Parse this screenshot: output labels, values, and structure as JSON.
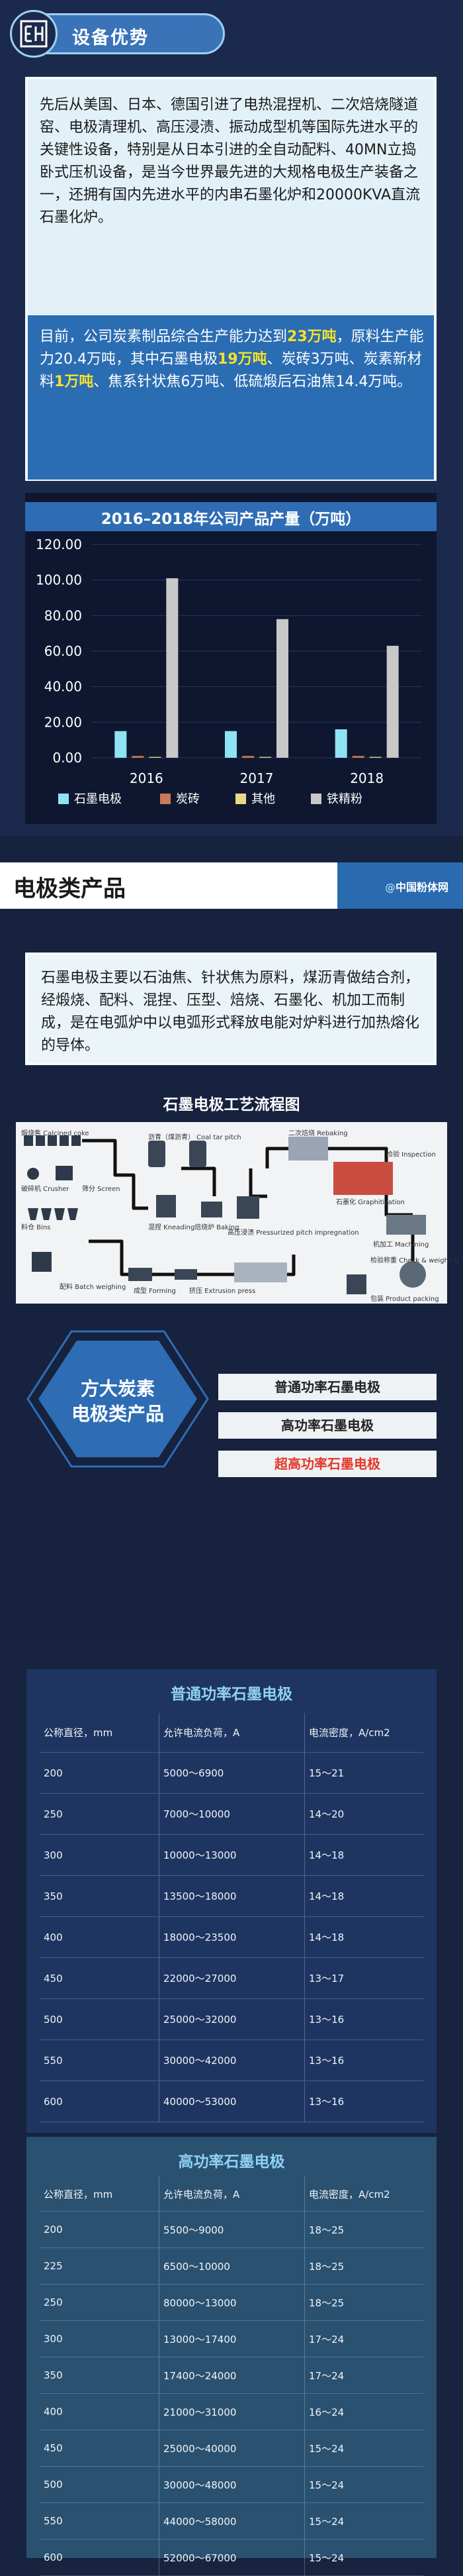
{
  "section1": {
    "title": "设备优势",
    "para1": "先后从美国、日本、德国引进了电热混捏机、二次焙烧隧道窑、电极清理机、高压浸渍、振动成型机等国际先进水平的关键性设备，特别是从日本引进的全自动配料、40MN立捣卧式压机设备，是当今世界最先进的大规格电极生产装备之一，还拥有国内先进水平的内串石墨化炉和20000KVA直流石墨化炉。",
    "para2": {
      "a": "目前，公司炭素制品综合生产能力达到",
      "b": "23万吨",
      "c": "，原料生产能力20.4万吨，其中石墨电极",
      "d": "19万吨",
      "e": "、炭砖3万吨、炭素新材料",
      "f": "1万吨",
      "g": "、焦系针状焦6万吨、低硫煅后石油焦14.4万吨。"
    }
  },
  "chart_data": {
    "type": "bar",
    "title": "2016–2018年公司产品产量（万吨）",
    "categories": [
      "2016",
      "2017",
      "2018"
    ],
    "ylim": [
      0,
      120
    ],
    "yticks": [
      "0.00",
      "20.00",
      "40.00",
      "60.00",
      "80.00",
      "100.00",
      "120.00"
    ],
    "legend_position": "bottom",
    "grid": true,
    "series": [
      {
        "name": "石墨电极",
        "color": "#8fe3f3",
        "values": [
          15,
          15,
          16
        ]
      },
      {
        "name": "炭砖",
        "color": "#c77b57",
        "values": [
          1,
          1,
          1
        ]
      },
      {
        "name": "其他",
        "color": "#e8d88a",
        "values": [
          0.5,
          0.5,
          0.5
        ]
      },
      {
        "name": "铁精粉",
        "color": "#c8c8c8",
        "values": [
          101,
          78,
          63
        ]
      }
    ]
  },
  "section2": {
    "title": "电极类产品",
    "brand": "中国粉体网",
    "brand_at": "@",
    "desc": "石墨电极主要以石油焦、针状焦为原料，煤沥青做结合剂，经煅烧、配料、混捏、压型、焙烧、石墨化、机加工而制成，是在电弧炉中以电弧形式释放电能对炉料进行加热熔化的导体。",
    "process_title": "石墨电极工艺流程图",
    "process_labels": {
      "calcined": "煅烧焦 Calcined coke",
      "crusher": "破碎机 Crusher",
      "screen": "筛分 Screen",
      "bins": "料仓 Bins",
      "pitch": "沥青（煤沥青） Coal tar pitch",
      "kneading": "混捏 Kneading",
      "forming": "成型 Forming",
      "baking": "焙烧炉 Baking",
      "impreg": "高压浸渍 Pressurized pitch impregnation",
      "rebake": "二次焙烧 Rebaking",
      "graph": "石墨化 Graphitization",
      "inspect": "检验 Inspection",
      "machining": "机加工 Machining",
      "check": "检验称重 Check & weighing",
      "pack": "包装 Product packing",
      "mixing": "配料 Batch weighing",
      "press": "挤压 Extrusion press"
    },
    "group_title_line1": "方大炭素",
    "group_title_line2": "电极类产品",
    "categories": [
      "普通功率石墨电极",
      "高功率石墨电极",
      "超高功率石墨电极"
    ],
    "category_highlight_color": "#e3382a"
  },
  "table1": {
    "title": "普通功率石墨电极",
    "headers": [
      "公称直径，mm",
      "允许电流负荷，A",
      "电流密度，A/cm2"
    ],
    "rows": [
      [
        "200",
        "5000～6900",
        "15～21"
      ],
      [
        "250",
        "7000～10000",
        "14～20"
      ],
      [
        "300",
        "10000～13000",
        "14～18"
      ],
      [
        "350",
        "13500～18000",
        "14～18"
      ],
      [
        "400",
        "18000～23500",
        "14～18"
      ],
      [
        "450",
        "22000～27000",
        "13～17"
      ],
      [
        "500",
        "25000～32000",
        "13～16"
      ],
      [
        "550",
        "30000～42000",
        "13～16"
      ],
      [
        "600",
        "40000～53000",
        "13～16"
      ]
    ]
  },
  "table2": {
    "title": "高功率石墨电极",
    "headers": [
      "公称直径，mm",
      "允许电流负荷，A",
      "电流密度，A/cm2"
    ],
    "rows": [
      [
        "200",
        "5500～9000",
        "18～25"
      ],
      [
        "225",
        "6500～10000",
        "18～25"
      ],
      [
        "250",
        "80000～13000",
        "18～25"
      ],
      [
        "300",
        "13000～17400",
        "17～24"
      ],
      [
        "350",
        "17400～24000",
        "17～24"
      ],
      [
        "400",
        "21000～31000",
        "16～24"
      ],
      [
        "450",
        "25000～40000",
        "15～24"
      ],
      [
        "500",
        "30000～48000",
        "15～24"
      ],
      [
        "550",
        "44000～58000",
        "15～24"
      ],
      [
        "600",
        "52000～67000",
        "15～24"
      ]
    ]
  }
}
